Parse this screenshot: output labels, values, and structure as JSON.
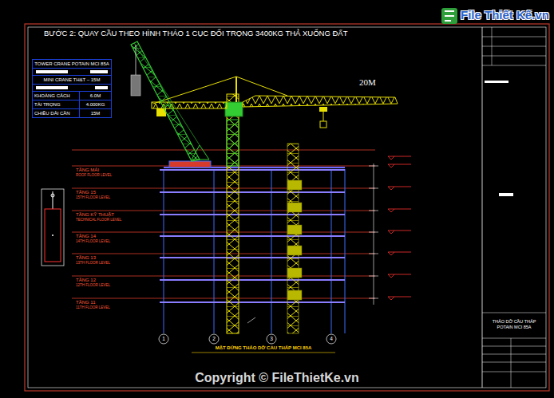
{
  "diagram": {
    "title": "BƯỚC 2: QUAY CẦU THEO HÌNH THÁO 1 CỤC ĐỐI TRỌNG 3400KG THẢ XUỐNG ĐẤT",
    "caption": "MẶT ĐỨNG THÁO DỠ CẨU THÁP MCI 85A",
    "nodes": [
      {
        "text": [
          "TOWER CRANE POTAIN MCI 85A",
          "MINI CRANE TH&T – 15M"
        ]
      },
      {
        "text": [
          "KHOẢNG CÁCH",
          "6.0M"
        ],
        "in": 0
      },
      {
        "text": [
          "TẢI TRỌNG",
          "4.000KG"
        ],
        "in": 0
      },
      {
        "text": [
          "CHIỀU DÀI CẦN",
          "15M"
        ],
        "in": 0
      },
      {
        "text": [
          "THÁO DỠ CẦU THÁP POTAIN MCI 85A"
        ]
      }
    ],
    "labels": [
      "20M",
      "TẦNG MÁI",
      "ROOF FLOOR LEVEL",
      "TẦNG 15",
      "15TH FLOOR LEVEL",
      "TẦNG KỸ THUẬT",
      "TECHNICAL FLOOR LEVEL",
      "TẦNG 14",
      "14TH FLOOR LEVEL",
      "TẦNG 13",
      "13TH FLOOR LEVEL",
      "TẦNG 12",
      "12TH FLOOR LEVEL",
      "TẦNG 11",
      "11TH FLOOR LEVEL",
      "1",
      "2",
      "3",
      "4",
      "File Thiết Kế.vn",
      "Copyright © FileThietKe.vn"
    ]
  }
}
